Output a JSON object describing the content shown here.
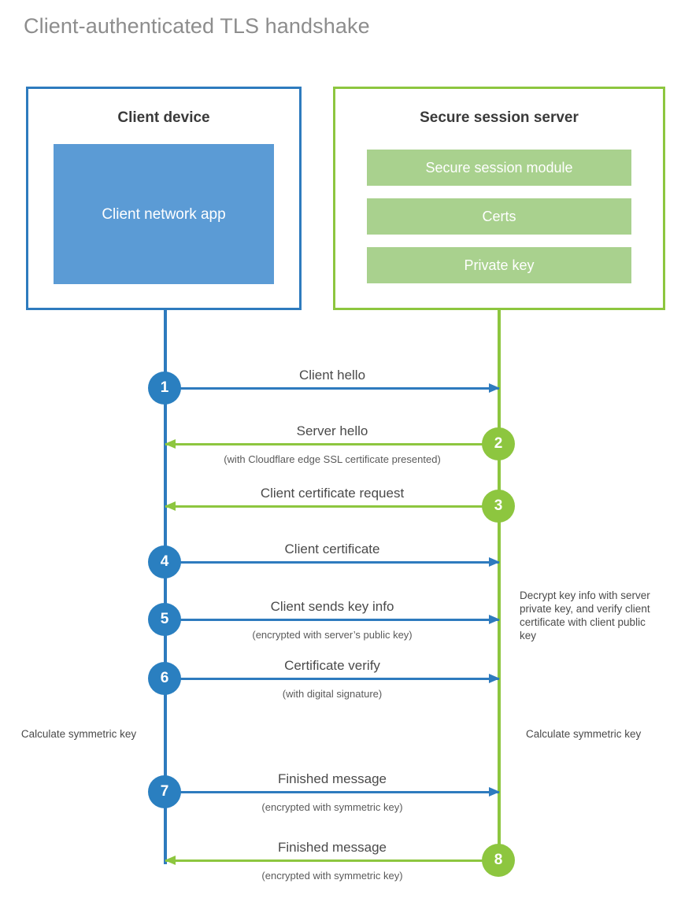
{
  "title": "Client-authenticated TLS handshake",
  "colors": {
    "client_blue": "#2E7BBE",
    "client_fill": "#5B9BD5",
    "server_green": "#8DC63F",
    "server_fill": "#A9D18E",
    "step_blue": "#2A7FC0",
    "text_gray": "#4A4A4A",
    "title_gray": "#8D8D8D"
  },
  "actors": {
    "client": {
      "title": "Client device",
      "blocks": [
        "Client network app"
      ]
    },
    "server": {
      "title": "Secure session server",
      "blocks": [
        "Secure session module",
        "Certs",
        "Private key"
      ]
    }
  },
  "steps": [
    {
      "number": "1",
      "side": "client",
      "direction": "to-right",
      "color": "blue",
      "label": "Client hello",
      "sublabel": ""
    },
    {
      "number": "2",
      "side": "server",
      "direction": "to-left",
      "color": "green",
      "label": "Server hello",
      "sublabel": "(with Cloudflare edge SSL certificate presented)"
    },
    {
      "number": "3",
      "side": "server",
      "direction": "to-left",
      "color": "green",
      "label": "Client certificate request",
      "sublabel": ""
    },
    {
      "number": "4",
      "side": "client",
      "direction": "to-right",
      "color": "blue",
      "label": "Client certificate",
      "sublabel": ""
    },
    {
      "number": "5",
      "side": "client",
      "direction": "to-right",
      "color": "blue",
      "label": "Client sends key info",
      "sublabel": "(encrypted with server’s public key)"
    },
    {
      "number": "6",
      "side": "client",
      "direction": "to-right",
      "color": "blue",
      "label": "Certificate verify",
      "sublabel": "(with digital signature)"
    },
    {
      "number": "7",
      "side": "client",
      "direction": "to-right",
      "color": "blue",
      "label": "Finished message",
      "sublabel": "(encrypted with symmetric key)"
    },
    {
      "number": "8",
      "side": "server",
      "direction": "to-left",
      "color": "green",
      "label": "Finished message",
      "sublabel": "(encrypted with symmetric key)"
    }
  ],
  "notes": {
    "decrypt": "Decrypt key info with server private key, and verify client certificate with client public key",
    "calculate_client": "Calculate symmetric key",
    "calculate_server": "Calculate symmetric key"
  }
}
